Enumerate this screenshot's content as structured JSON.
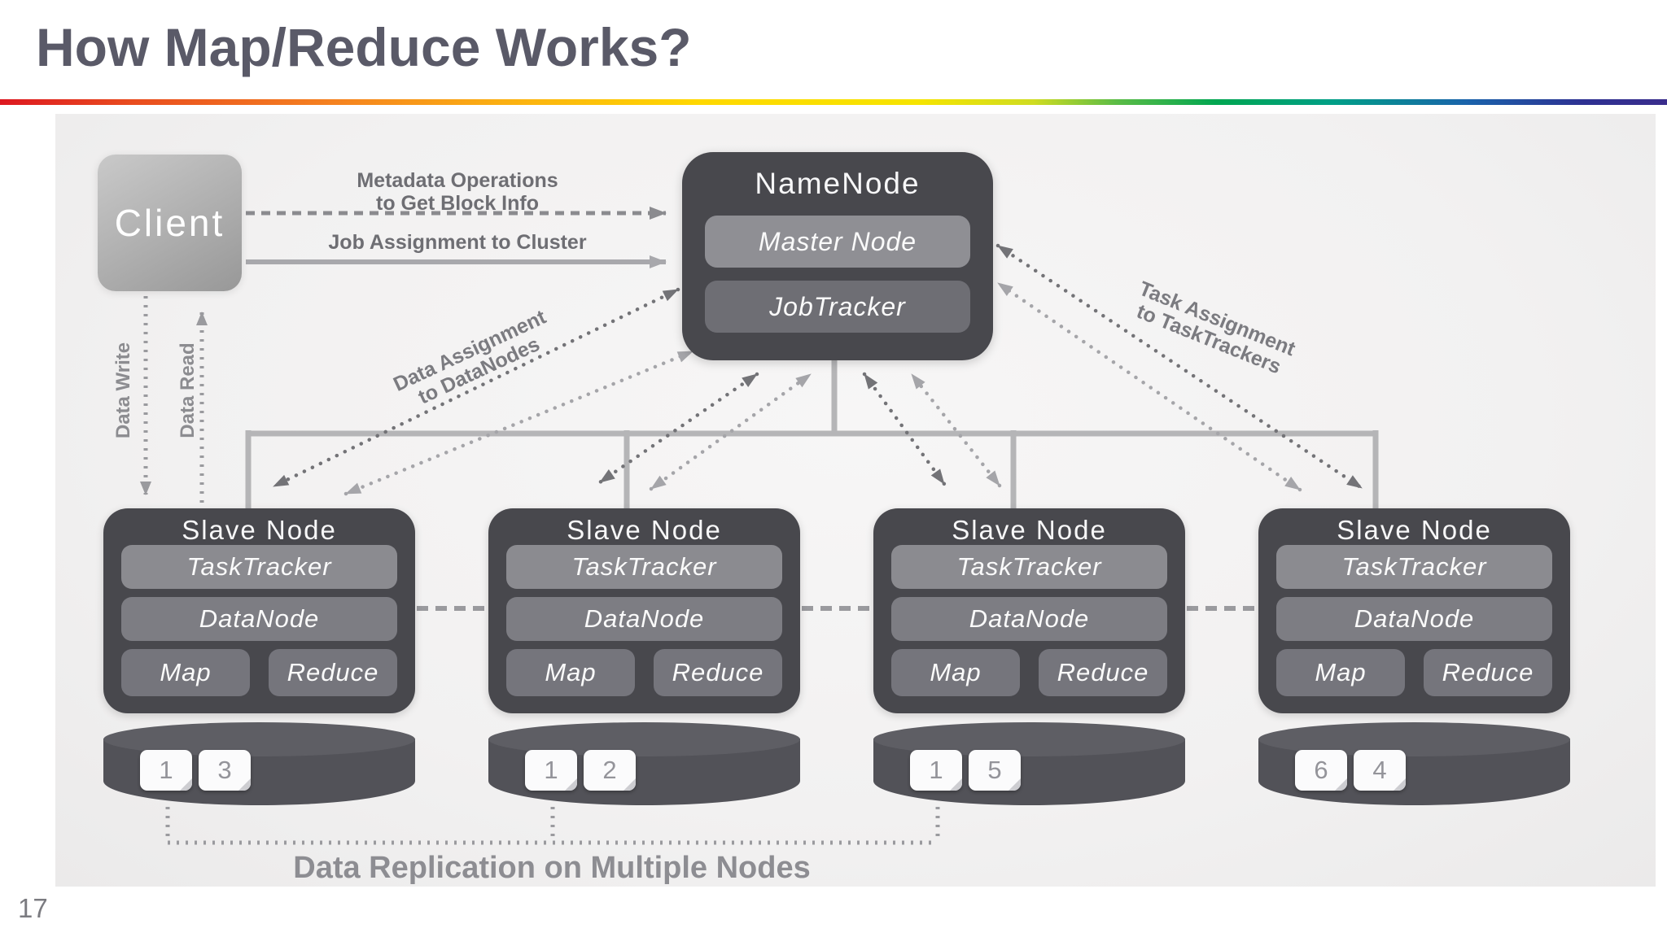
{
  "page": {
    "title": "How Map/Reduce Works?",
    "page_number": "17"
  },
  "diagram": {
    "client": {
      "label": "Client"
    },
    "namenode": {
      "title": "NameNode",
      "master_pill": "Master Node",
      "jobtracker_pill": "JobTracker"
    },
    "edge_labels": {
      "metadata_line1": "Metadata Operations",
      "metadata_line2": "to Get Block Info",
      "job_assignment": "Job Assignment to Cluster",
      "data_write": "Data Write",
      "data_read": "Data Read",
      "data_assignment_line1": "Data Assignment",
      "data_assignment_line2": "to DataNodes",
      "task_assignment_line1": "Task Assignment",
      "task_assignment_line2": "to TaskTrackers"
    },
    "slaves": [
      {
        "title": "Slave Node",
        "tasktracker": "TaskTracker",
        "datanode": "DataNode",
        "map": "Map",
        "reduce": "Reduce",
        "blocks": [
          "1",
          "3"
        ]
      },
      {
        "title": "Slave Node",
        "tasktracker": "TaskTracker",
        "datanode": "DataNode",
        "map": "Map",
        "reduce": "Reduce",
        "blocks": [
          "1",
          "2"
        ]
      },
      {
        "title": "Slave Node",
        "tasktracker": "TaskTracker",
        "datanode": "DataNode",
        "map": "Map",
        "reduce": "Reduce",
        "blocks": [
          "1",
          "5"
        ]
      },
      {
        "title": "Slave Node",
        "tasktracker": "TaskTracker",
        "datanode": "DataNode",
        "map": "Map",
        "reduce": "Reduce",
        "blocks": [
          "6",
          "4"
        ]
      }
    ],
    "caption": "Data Replication on Multiple Nodes"
  },
  "colors": {
    "title_text": "#5a5a68",
    "accent_bar": [
      "#dd1820",
      "#f58220",
      "#ffd800",
      "#00a651",
      "#1a63ab",
      "#2e3192"
    ],
    "node_dark": "#48484d",
    "pill_light": "#8f8f94",
    "pill_medium": "#7d7d83",
    "pill_dark": "#6e6e74",
    "client_gray": "#b3b3b3",
    "cylinder_gray": "#525258",
    "diagram_bg": "#f2f1f1",
    "dotted_line_gray": "#9a9a9e",
    "bus_gray": "#b5b5b7",
    "label_gray": "#6e6e73"
  }
}
